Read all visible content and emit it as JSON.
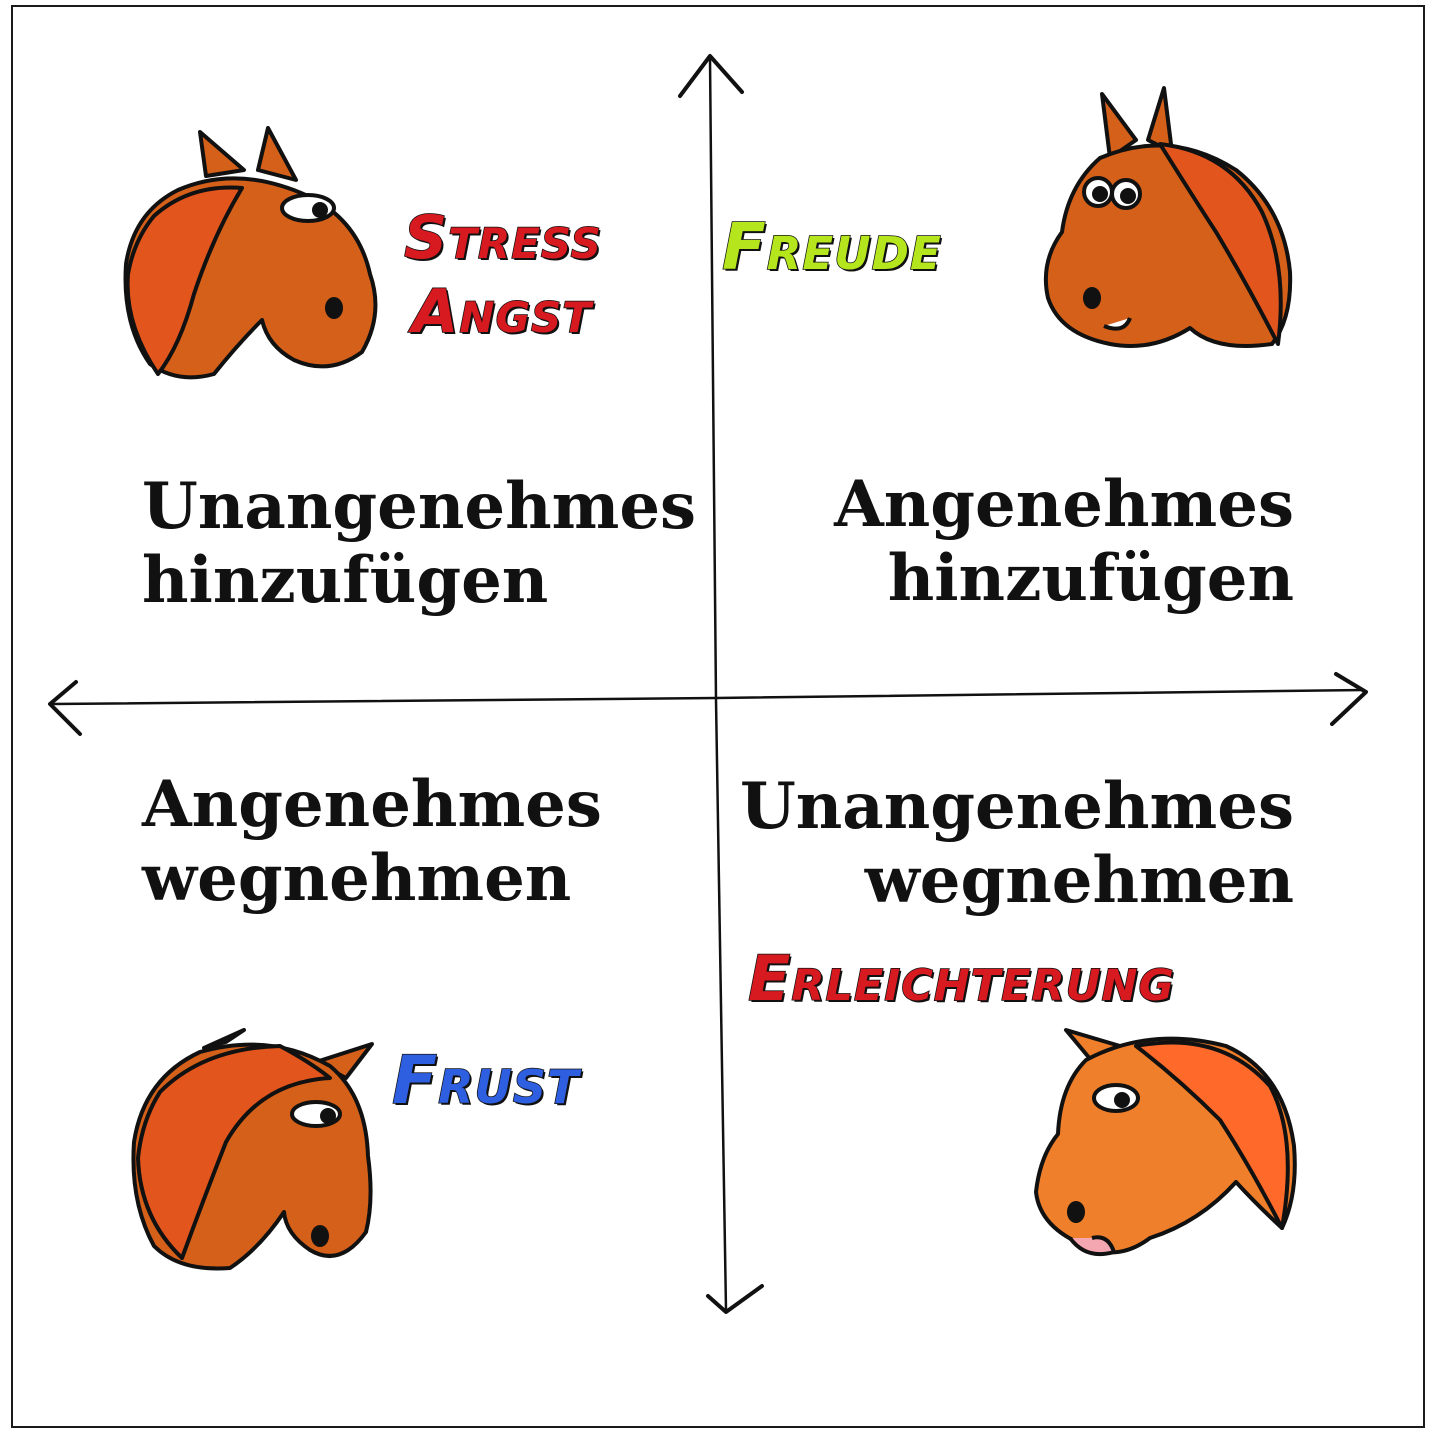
{
  "colors": {
    "stress": "#d71920",
    "freude": "#b5e61d",
    "frust": "#2e5fe0",
    "erleichterung": "#d71920",
    "horse_body": "#d4601a",
    "horse_mane": "#e2551c",
    "horse_light": "#ef7f2a",
    "outline": "#111111"
  },
  "quadrants": {
    "top_left": {
      "line1": "Unangenehmes",
      "line2": "hinzufügen",
      "emotion1": "Stress",
      "emotion2": "Angst",
      "icon": "stressed-horse-icon"
    },
    "top_right": {
      "line1": "Angenehmes",
      "line2": "hinzufügen",
      "emotion1": "Freude",
      "icon": "happy-horse-icon"
    },
    "bottom_left": {
      "line1": "Angenehmes",
      "line2": "wegnehmen",
      "emotion1": "Frust",
      "icon": "frustrated-horse-icon"
    },
    "bottom_right": {
      "line1": "Unangenehmes",
      "line2": "wegnehmen",
      "emotion1": "Erleichterung",
      "icon": "relieved-horse-icon"
    }
  }
}
